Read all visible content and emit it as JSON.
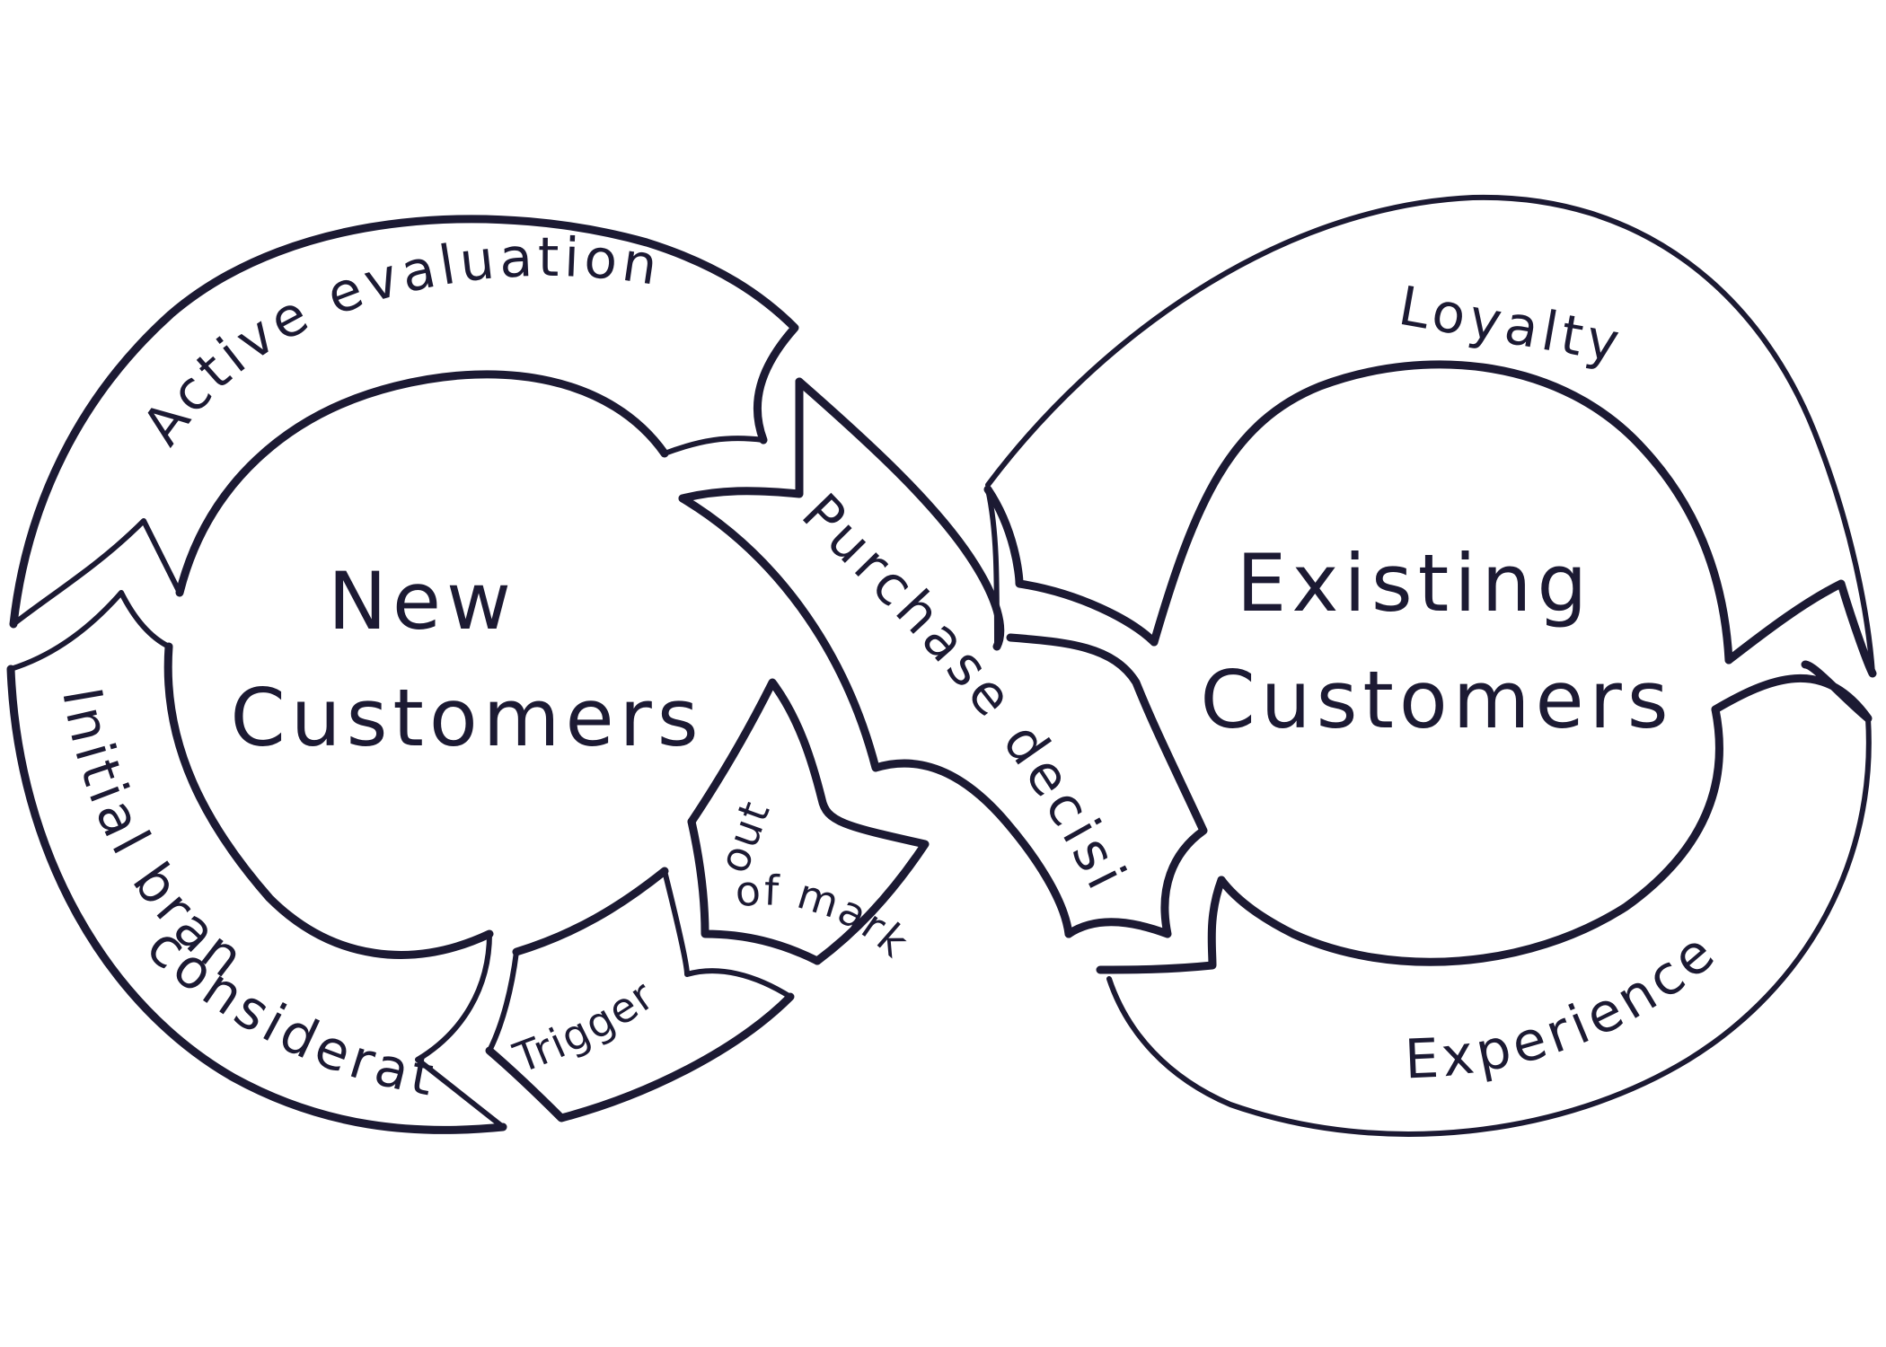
{
  "diagram": {
    "ink_color": "#1c1a33",
    "background_color": "#ffffff",
    "new_customers": {
      "line1": "New",
      "line2": "Customers"
    },
    "existing_customers": {
      "line1": "Existing",
      "line2": "Customers"
    },
    "stages": {
      "active_evaluation": "Active evaluation",
      "purchase_decision": "Purchase decision",
      "initial_brand": "Initial brand",
      "consideration": "consideration",
      "trigger": "Trigger",
      "out": "out",
      "of_market": "of market",
      "loyalty": "Loyalty",
      "experience": "Experience"
    }
  }
}
